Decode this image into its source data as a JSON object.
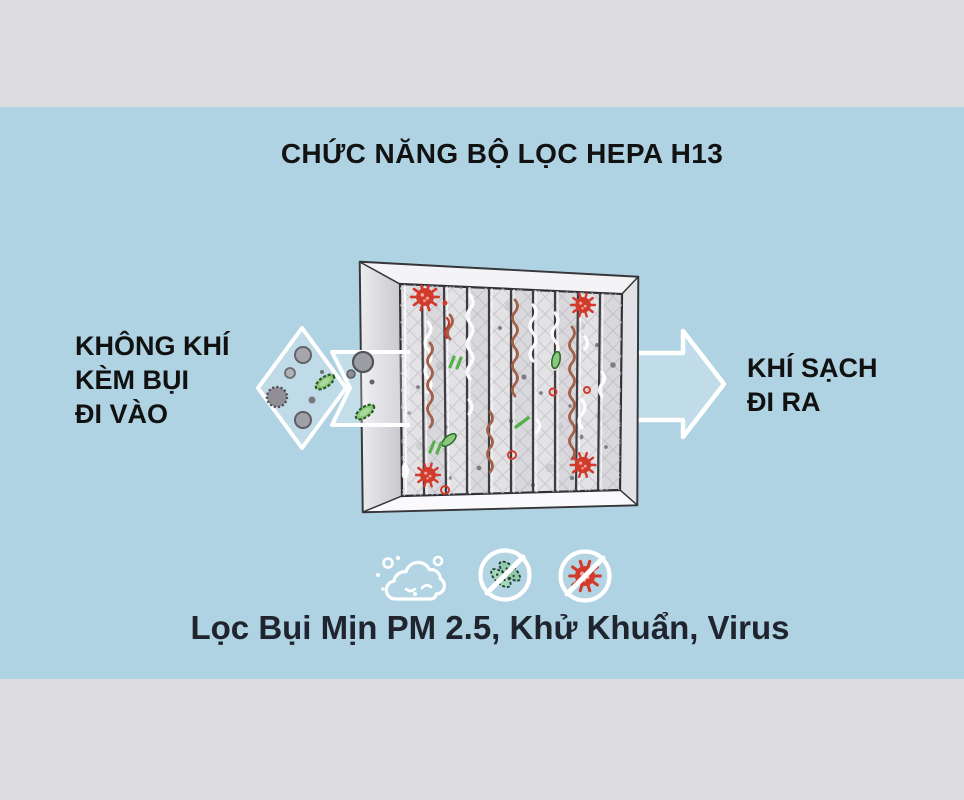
{
  "title": "CHỨC NĂNG BỘ LỌC HEPA H13",
  "labels": {
    "air_in": {
      "lines": [
        "KHÔNG KHÍ",
        "KÈM BỤI",
        "ĐI VÀO"
      ]
    },
    "air_out": {
      "lines": [
        "KHÍ SẠCH",
        "ĐI RA"
      ]
    }
  },
  "caption": "Lọc Bụi Mịn PM 2.5, Khử Khuẩn, Virus",
  "icons": {
    "dust_cloud": "dust-cloud-icon",
    "no_bacteria": "no-bacteria-icon",
    "no_virus": "no-virus-icon"
  },
  "colors": {
    "page_background": "#dcdcdf",
    "panel_background": "#afd3e2",
    "heading_text": "#121212",
    "caption_text": "#20242e",
    "arrow_white": "#ffffff",
    "virus_red": "#d23b2c",
    "bacteria_green": "#8cc87c",
    "dust_brown": "#a2614a"
  }
}
